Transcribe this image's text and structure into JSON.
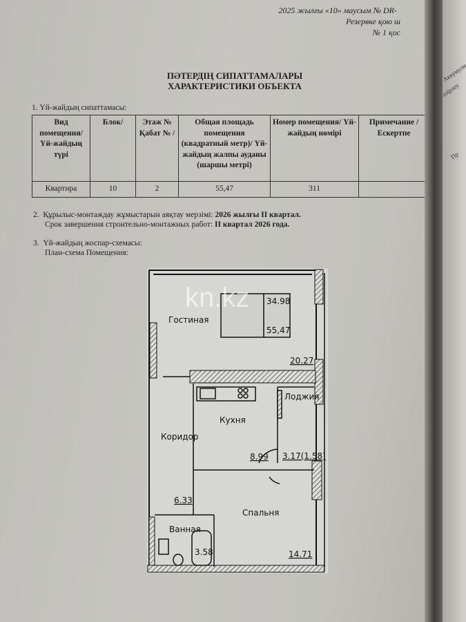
{
  "header": {
    "line1": "2025 жылғы «10» маусым № DR-",
    "line2": "Резервке қою ш",
    "line3": "№ 1 қос"
  },
  "title": {
    "kz": "ПӘТЕРДІҢ СИПАТТАМАЛАРЫ",
    "ru": "ХАРАКТЕРИСТИКИ ОБЪЕКТА"
  },
  "section1": {
    "label": "1.  Үй-жайдың сипаттамасы:",
    "headers": [
      "Вид помещения/ Үй-жайдың түрі",
      "Блок/",
      "Этаж № Қабат № /",
      "Общая площадь помещения (квадратный метр)/ Үй-жайдың жалпы ауданы (шаршы метрі)",
      "Номер помещения/ Үй-жайдың нөмірі",
      "Примечание / Ескертпе"
    ],
    "row": [
      "Квартира",
      "10",
      "2",
      "55,47",
      "311",
      ""
    ]
  },
  "section2": {
    "num": "2.",
    "kz_text": "Құрылыс-монтаждау жұмыстарын аяқтау мерзімі: ",
    "kz_bold": "2026 жылғы II квартал.",
    "ru_text": "Срок завершения строительно-монтажных работ: ",
    "ru_bold": "II квартал 2026 года."
  },
  "section3": {
    "num": "3.",
    "kz": "Үй-жайдың жоспар-схемасы:",
    "ru": "План-схема Помещения:"
  },
  "plan": {
    "living": "Гостиная",
    "living_area": "20.27",
    "living_box_top": "34.98",
    "living_box_bottom": "55,47",
    "kitchen": "Кухня",
    "kitchen_area": "8.99",
    "loggia": "Лоджия",
    "loggia_area": "3.17(1.58)",
    "corridor": "Коридор",
    "corridor_area": "6.33",
    "bedroom": "Спальня",
    "bedroom_area": "14.71",
    "bath": "Ванная",
    "bath_area": "3.58",
    "watermark": "kn.kz"
  },
  "next_page": {
    "t1": "Аккумули",
    "t2": "әзірлеу",
    "t3": "Пр"
  }
}
